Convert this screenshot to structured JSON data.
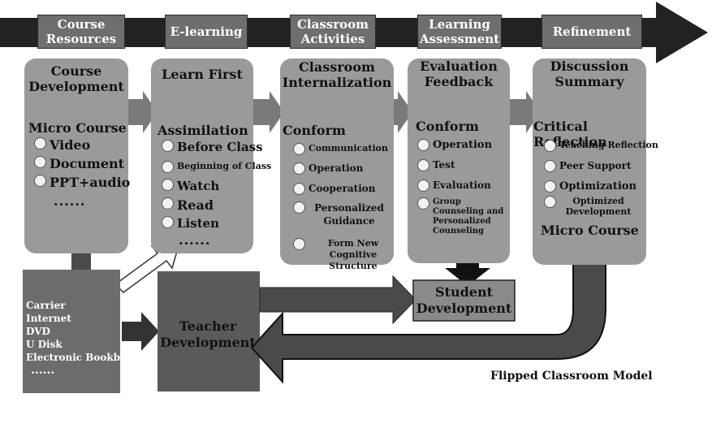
{
  "timeline": {
    "phases": [
      "Course Resources",
      "E-learning",
      "Classroom Activities",
      "Learning Assessment",
      "Refinement"
    ]
  },
  "panels": {
    "course_development": {
      "title": "Course Development",
      "heading": "Micro Course",
      "items": [
        "Video",
        "Document",
        "PPT+audio"
      ],
      "more": "......"
    },
    "learn_first": {
      "title": "Learn First",
      "heading": "Assimilation",
      "items": [
        "Before Class",
        "Beginning of Class",
        "Watch",
        "Read",
        "Listen"
      ],
      "more": "......"
    },
    "classroom_internalization": {
      "title": "Classroom Internalization",
      "heading": "Conform",
      "items": [
        "Communication",
        "Operation",
        "Cooperation",
        "Personalized Guidance",
        "Form New Cognitive Structure"
      ]
    },
    "evaluation_feedback": {
      "title": "Evaluation Feedback",
      "heading": "Conform",
      "items": [
        "Operation",
        "Test",
        "Evaluation",
        "Group Counseling and Personalized Counseling"
      ]
    },
    "discussion_summary": {
      "title": "Discussion Summary",
      "heading": "Critical Reflection",
      "items": [
        "Teaching Reflection",
        "Peer Support",
        "Optimization",
        "Optimized Development"
      ],
      "footer": "Micro Course"
    }
  },
  "carrier": {
    "lines": [
      "Carrier",
      "Internet",
      "DVD",
      "U Disk",
      "Electronic Bookbag"
    ],
    "more": "......"
  },
  "teacher_development": "Teacher Development",
  "student_development": "Student Development",
  "caption": "Flipped Classroom Model",
  "colors": {
    "arrow_dark": "#222222",
    "phase_box": "#6e6e6e",
    "panel": "#9a9a9a",
    "dark_box": "#5a5a5a",
    "connector": "#7a7a7a"
  }
}
